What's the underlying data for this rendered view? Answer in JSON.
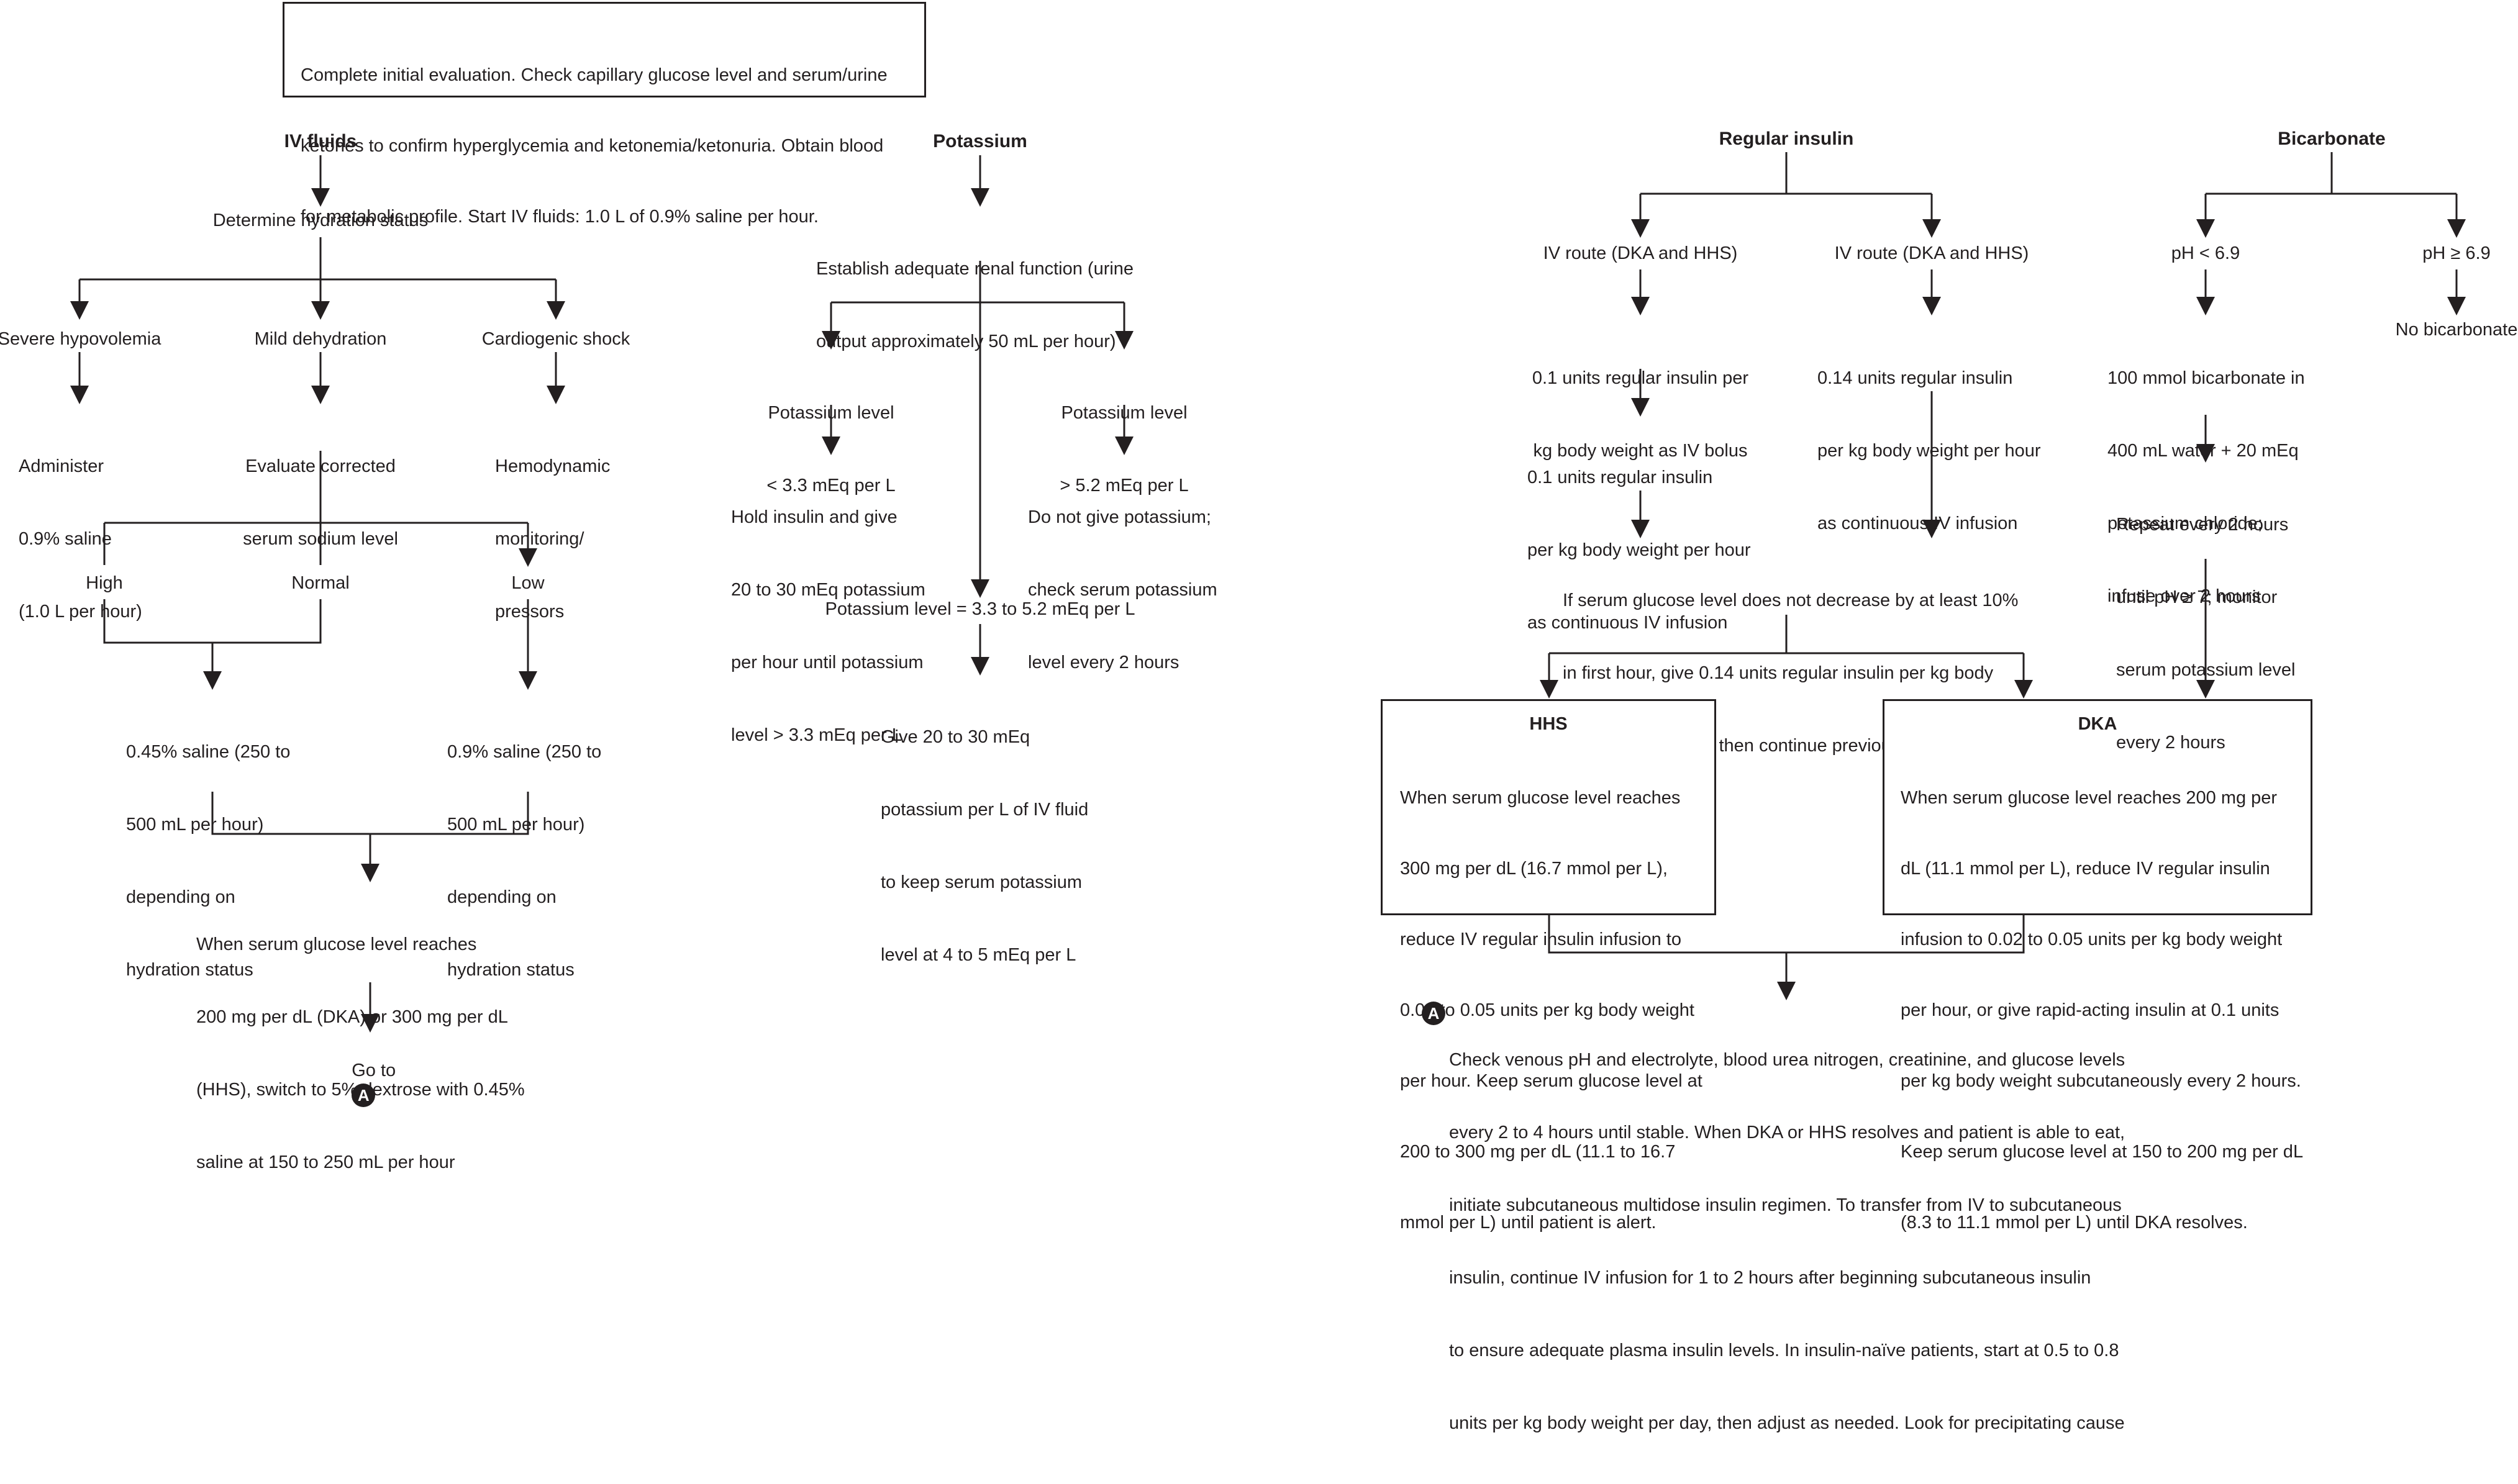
{
  "top_box": {
    "lines": [
      "Complete initial evaluation. Check capillary glucose level and serum/urine",
      "ketones to confirm hyperglycemia and ketonemia/ketonuria. Obtain blood",
      "for metabolic profile. Start IV fluids: 1.0 L of 0.9% saline per hour."
    ]
  },
  "iv_fluids": {
    "heading": "IV fluids",
    "hydration_status": "Determine hydration status",
    "severe": "Severe hypovolemia",
    "mild": "Mild dehydration",
    "cardiogenic": "Cardiogenic shock",
    "severe_action": [
      "Administer",
      "0.9% saline",
      "(1.0 L per hour)"
    ],
    "mild_action": [
      "Evaluate corrected",
      "serum sodium level"
    ],
    "cardiogenic_action": [
      "Hemodynamic",
      "monitoring/",
      "pressors"
    ],
    "high": "High",
    "normal": "Normal",
    "low": "Low",
    "half_saline": [
      "0.45% saline (250 to",
      "500 mL per hour)",
      "depending on",
      "hydration status"
    ],
    "normal_saline": [
      "0.9% saline (250 to",
      "500 mL per hour)",
      "depending on",
      "hydration status"
    ],
    "dextrose": [
      "When serum glucose level reaches",
      "200 mg per dL (DKA) or 300 mg per dL",
      "(HHS), switch to 5% dextrose with 0.45%",
      "saline at 150 to 250 mL per hour"
    ],
    "goto_label": "Go to",
    "goto_badge": "A"
  },
  "potassium": {
    "heading": "Potassium",
    "renal": [
      "Establish adequate renal function (urine",
      "output approximately 50 mL per hour)"
    ],
    "low_level": [
      "Potassium level",
      "< 3.3 mEq per L"
    ],
    "high_level": [
      "Potassium level",
      "> 5.2 mEq per L"
    ],
    "low_action": [
      "Hold insulin and give",
      "20 to 30 mEq potassium",
      "per hour until potassium",
      "level > 3.3 mEq per L"
    ],
    "high_action": [
      "Do not give potassium;",
      "check serum potassium",
      "level every 2 hours"
    ],
    "mid_level": "Potassium level = 3.3 to 5.2 mEq per L",
    "mid_action": [
      "Give 20 to 30 mEq",
      "potassium per L of IV fluid",
      "to keep serum potassium",
      "level at 4 to 5 mEq per L"
    ]
  },
  "insulin": {
    "heading": "Regular insulin",
    "route_left": "IV route (DKA and HHS)",
    "route_right": "IV route (DKA and HHS)",
    "bolus": [
      "0.1 units regular insulin per",
      "kg body weight as IV bolus"
    ],
    "infusion_left": [
      "0.1 units regular insulin",
      "per kg body weight per hour",
      "as continuous IV infusion"
    ],
    "infusion_right": [
      "0.14 units regular insulin",
      "per kg body weight per hour",
      "as continuous IV infusion"
    ],
    "glucose_check": [
      "If serum glucose level does not decrease by at least 10%",
      "in first hour, give 0.14 units regular insulin per kg body",
      "weight as IV bolus, then continue previous regimen"
    ],
    "hhs_title": "HHS",
    "hhs_text": [
      "When serum glucose level reaches",
      "300 mg per dL (16.7 mmol per L),",
      "reduce IV regular insulin infusion to",
      "0.02 to 0.05 units per kg body weight",
      "per hour. Keep serum glucose level at",
      "200 to 300 mg per dL (11.1 to 16.7",
      "mmol per L) until patient is alert."
    ],
    "dka_title": "DKA",
    "dka_text": [
      "When serum glucose level reaches 200 mg per",
      "dL (11.1 mmol per L), reduce IV regular insulin",
      "infusion to 0.02 to 0.05 units per kg body weight",
      "per hour, or give rapid-acting insulin at 0.1 units",
      "per kg body weight subcutaneously every 2 hours.",
      "Keep serum glucose level at 150 to 200 mg per dL",
      "(8.3 to 11.1 mmol per L) until DKA resolves."
    ]
  },
  "bicarbonate": {
    "heading": "Bicarbonate",
    "ph_low": "pH < 6.9",
    "ph_high": "pH ≥ 6.9",
    "give": [
      "100 mmol bicarbonate in",
      "400 mL water + 20 mEq",
      "potassium chloride;",
      "infuse over 2 hours"
    ],
    "none": "No bicarbonate",
    "repeat": [
      "Repeat every 2 hours",
      "until pH ≥ 7; monitor",
      "serum potassium level",
      "every 2 hours"
    ]
  },
  "footer": {
    "badge": "A",
    "lines": [
      "Check venous pH and electrolyte, blood urea nitrogen, creatinine, and glucose levels",
      "every 2 to 4 hours until stable. When DKA or HHS resolves and patient is able to eat,",
      "initiate subcutaneous multidose insulin regimen. To transfer from IV to subcutaneous",
      "insulin, continue IV infusion for 1 to 2 hours after beginning subcutaneous insulin",
      "to ensure adequate plasma insulin levels. In insulin-naïve patients, start at 0.5 to 0.8",
      "units per kg body weight per day, then adjust as needed. Look for precipitating cause"
    ]
  }
}
